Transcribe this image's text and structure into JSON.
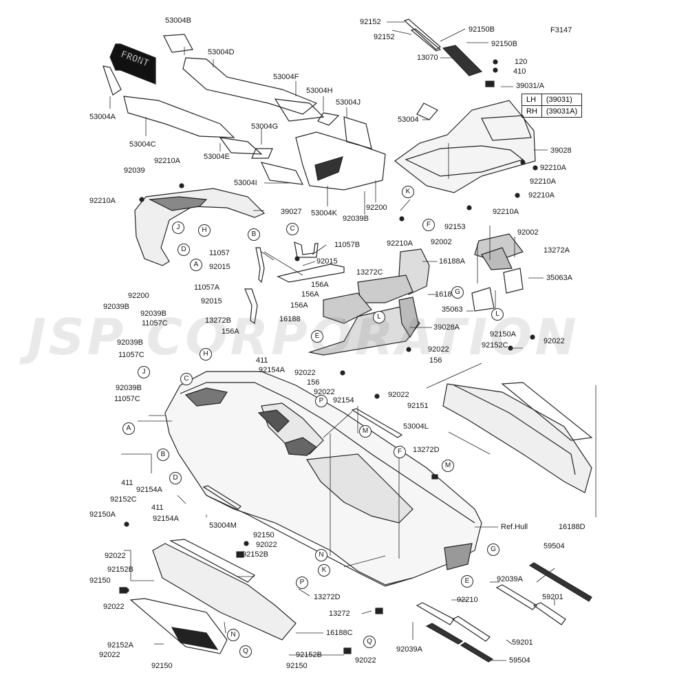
{
  "figure_id": "F3147",
  "watermark": "JSP CORPORATION",
  "front_label": "FRONT",
  "ref_hull": "Ref.Hull",
  "side_table": [
    {
      "side": "LH",
      "part": "(39031)"
    },
    {
      "side": "RH",
      "part": "(39031A)"
    }
  ],
  "part_labels": [
    {
      "id": "lbl-53004B",
      "text": "53004B"
    },
    {
      "id": "lbl-53004D",
      "text": "53004D"
    },
    {
      "id": "lbl-53004F",
      "text": "53004F"
    },
    {
      "id": "lbl-53004H",
      "text": "53004H"
    },
    {
      "id": "lbl-53004J",
      "text": "53004J"
    },
    {
      "id": "lbl-53004A",
      "text": "53004A"
    },
    {
      "id": "lbl-53004C",
      "text": "53004C"
    },
    {
      "id": "lbl-53004G",
      "text": "53004G"
    },
    {
      "id": "lbl-53004E",
      "text": "53004E"
    },
    {
      "id": "lbl-53004I",
      "text": "53004I"
    },
    {
      "id": "lbl-53004K",
      "text": "53004K"
    },
    {
      "id": "lbl-92152-a",
      "text": "92152"
    },
    {
      "id": "lbl-92152-b",
      "text": "92152"
    },
    {
      "id": "lbl-92150B-a",
      "text": "92150B"
    },
    {
      "id": "lbl-92150B-b",
      "text": "92150B"
    },
    {
      "id": "lbl-13070",
      "text": "13070"
    },
    {
      "id": "lbl-120",
      "text": "120"
    },
    {
      "id": "lbl-410",
      "text": "410"
    },
    {
      "id": "lbl-39031A",
      "text": "39031/A"
    },
    {
      "id": "lbl-53004",
      "text": "53004"
    },
    {
      "id": "lbl-39028",
      "text": "39028"
    },
    {
      "id": "lbl-92210A-1",
      "text": "92210A"
    },
    {
      "id": "lbl-92210A-2",
      "text": "92210A"
    },
    {
      "id": "lbl-92210A-3",
      "text": "92210A"
    },
    {
      "id": "lbl-92210A-4",
      "text": "92210A"
    },
    {
      "id": "lbl-92210A-5",
      "text": "92210A"
    },
    {
      "id": "lbl-92210A-6",
      "text": "92210A"
    },
    {
      "id": "lbl-92210A-7",
      "text": "92210A"
    },
    {
      "id": "lbl-92039",
      "text": "92039"
    },
    {
      "id": "lbl-39027",
      "text": "39027"
    },
    {
      "id": "lbl-92200-a",
      "text": "92200"
    },
    {
      "id": "lbl-92200-b",
      "text": "92200"
    },
    {
      "id": "lbl-92039B-1",
      "text": "92039B"
    },
    {
      "id": "lbl-92039B-2",
      "text": "92039B"
    },
    {
      "id": "lbl-92039B-3",
      "text": "92039B"
    },
    {
      "id": "lbl-92039B-4",
      "text": "92039B"
    },
    {
      "id": "lbl-92039B-5",
      "text": "92039B"
    },
    {
      "id": "lbl-92153",
      "text": "92153"
    },
    {
      "id": "lbl-92002-a",
      "text": "92002"
    },
    {
      "id": "lbl-92002-b",
      "text": "92002"
    },
    {
      "id": "lbl-13272A",
      "text": "13272A"
    },
    {
      "id": "lbl-35063A",
      "text": "35063A"
    },
    {
      "id": "lbl-35063",
      "text": "35063"
    },
    {
      "id": "lbl-11057B",
      "text": "11057B"
    },
    {
      "id": "lbl-11057-a",
      "text": "11057"
    },
    {
      "id": "lbl-92015-a",
      "text": "92015"
    },
    {
      "id": "lbl-92015-b",
      "text": "92015"
    },
    {
      "id": "lbl-92015-c",
      "text": "92015"
    },
    {
      "id": "lbl-13272C",
      "text": "13272C"
    },
    {
      "id": "lbl-156A-1",
      "text": "156A"
    },
    {
      "id": "lbl-156A-2",
      "text": "156A"
    },
    {
      "id": "lbl-156A-3",
      "text": "156A"
    },
    {
      "id": "lbl-156A-4",
      "text": "156A"
    },
    {
      "id": "lbl-11057A",
      "text": "11057A"
    },
    {
      "id": "lbl-16188A",
      "text": "16188A"
    },
    {
      "id": "lbl-16188B",
      "text": "16188B"
    },
    {
      "id": "lbl-16188",
      "text": "16188"
    },
    {
      "id": "lbl-39028A",
      "text": "39028A"
    },
    {
      "id": "lbl-92150A-a",
      "text": "92150A"
    },
    {
      "id": "lbl-92022-1",
      "text": "92022"
    },
    {
      "id": "lbl-92152C-a",
      "text": "92152C"
    },
    {
      "id": "lbl-92022-2",
      "text": "92022"
    },
    {
      "id": "lbl-156-a",
      "text": "156"
    },
    {
      "id": "lbl-11057C-1",
      "text": "11057C"
    },
    {
      "id": "lbl-13272B",
      "text": "13272B"
    },
    {
      "id": "lbl-11057C-2",
      "text": "11057C"
    },
    {
      "id": "lbl-11057C-3",
      "text": "11057C"
    },
    {
      "id": "lbl-411-a",
      "text": "411"
    },
    {
      "id": "lbl-92154A-a",
      "text": "92154A"
    },
    {
      "id": "lbl-92022-3",
      "text": "92022"
    },
    {
      "id": "lbl-156-b",
      "text": "156"
    },
    {
      "id": "lbl-92022-4",
      "text": "92022"
    },
    {
      "id": "lbl-92154",
      "text": "92154"
    },
    {
      "id": "lbl-92022-5",
      "text": "92022"
    },
    {
      "id": "lbl-92151",
      "text": "92151"
    },
    {
      "id": "lbl-53004L",
      "text": "53004L"
    },
    {
      "id": "lbl-13272D-a",
      "text": "13272D"
    },
    {
      "id": "lbl-411-b",
      "text": "411"
    },
    {
      "id": "lbl-92154A-b",
      "text": "92154A"
    },
    {
      "id": "lbl-411-c",
      "text": "411"
    },
    {
      "id": "lbl-92154A-c",
      "text": "92154A"
    },
    {
      "id": "lbl-53004M",
      "text": "53004M"
    },
    {
      "id": "lbl-16188D",
      "text": "16188D"
    },
    {
      "id": "lbl-92152C-b",
      "text": "92152C"
    },
    {
      "id": "lbl-92150A-b",
      "text": "92150A"
    },
    {
      "id": "lbl-92022-6",
      "text": "92022"
    },
    {
      "id": "lbl-92152B-a",
      "text": "92152B"
    },
    {
      "id": "lbl-92150-a",
      "text": "92150"
    },
    {
      "id": "lbl-92022-7",
      "text": "92022"
    },
    {
      "id": "lbl-92150-b",
      "text": "92150"
    },
    {
      "id": "lbl-92022-8",
      "text": "92022"
    },
    {
      "id": "lbl-92152B-b",
      "text": "92152B"
    },
    {
      "id": "lbl-13272D-b",
      "text": "13272D"
    },
    {
      "id": "lbl-13272",
      "text": "13272"
    },
    {
      "id": "lbl-16188C",
      "text": "16188C"
    },
    {
      "id": "lbl-92152A",
      "text": "92152A"
    },
    {
      "id": "lbl-92022-9",
      "text": "92022"
    },
    {
      "id": "lbl-92150-c",
      "text": "92150"
    },
    {
      "id": "lbl-92152B-c",
      "text": "92152B"
    },
    {
      "id": "lbl-92150-d",
      "text": "92150"
    },
    {
      "id": "lbl-92022-10",
      "text": "92022"
    },
    {
      "id": "lbl-59504-a",
      "text": "59504"
    },
    {
      "id": "lbl-92039A-a",
      "text": "92039A"
    },
    {
      "id": "lbl-59201-a",
      "text": "59201"
    },
    {
      "id": "lbl-92210",
      "text": "92210"
    },
    {
      "id": "lbl-92039A-b",
      "text": "92039A"
    },
    {
      "id": "lbl-59201-b",
      "text": "59201"
    },
    {
      "id": "lbl-59504-b",
      "text": "59504"
    }
  ],
  "callout_letters": [
    {
      "id": "c-K-1",
      "text": "K"
    },
    {
      "id": "c-F-1",
      "text": "F"
    },
    {
      "id": "c-J-1",
      "text": "J"
    },
    {
      "id": "c-H-1",
      "text": "H"
    },
    {
      "id": "c-D-1",
      "text": "D"
    },
    {
      "id": "c-B-1",
      "text": "B"
    },
    {
      "id": "c-C-1",
      "text": "C"
    },
    {
      "id": "c-A-1",
      "text": "A"
    },
    {
      "id": "c-G-1",
      "text": "G"
    },
    {
      "id": "c-L-1",
      "text": "L"
    },
    {
      "id": "c-L-2",
      "text": "L"
    },
    {
      "id": "c-E-1",
      "text": "E"
    },
    {
      "id": "c-H-2",
      "text": "H"
    },
    {
      "id": "c-J-2",
      "text": "J"
    },
    {
      "id": "c-C-2",
      "text": "C"
    },
    {
      "id": "c-A-2",
      "text": "A"
    },
    {
      "id": "c-B-2",
      "text": "B"
    },
    {
      "id": "c-D-2",
      "text": "D"
    },
    {
      "id": "c-P-1",
      "text": "P"
    },
    {
      "id": "c-M-1",
      "text": "M"
    },
    {
      "id": "c-F-2",
      "text": "F"
    },
    {
      "id": "c-M-2",
      "text": "M"
    },
    {
      "id": "c-N-1",
      "text": "N"
    },
    {
      "id": "c-K-2",
      "text": "K"
    },
    {
      "id": "c-P-2",
      "text": "P"
    },
    {
      "id": "c-N-2",
      "text": "N"
    },
    {
      "id": "c-Q-1",
      "text": "Q"
    },
    {
      "id": "c-Q-2",
      "text": "Q"
    },
    {
      "id": "c-G-2",
      "text": "G"
    },
    {
      "id": "c-E-2",
      "text": "E"
    }
  ]
}
